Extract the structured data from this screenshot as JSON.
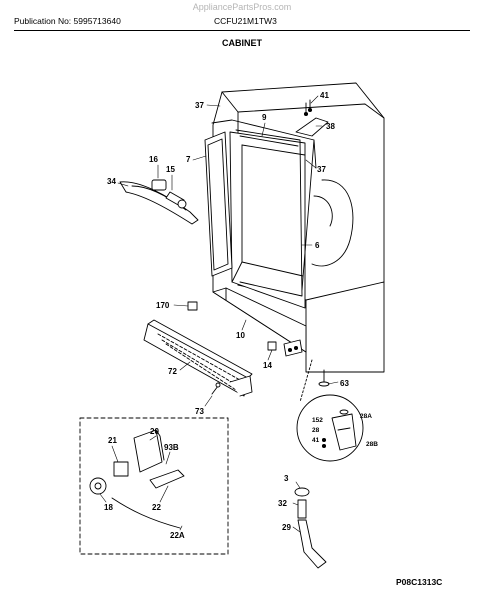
{
  "header": {
    "watermark": "AppliancePartsPros.com",
    "publication": "Publication No: 5995713640",
    "model": "CCFU21M1TW3",
    "section_title": "CABINET"
  },
  "footer": {
    "code": "P08C1313C"
  },
  "callouts": {
    "c37a": "37",
    "c9": "9",
    "c41": "41",
    "c38": "38",
    "c7": "7",
    "c16": "16",
    "c15": "15",
    "c34": "34",
    "c37b": "37",
    "c6": "6",
    "c170": "170",
    "c10": "10",
    "c14": "14",
    "c72": "72",
    "c63": "63",
    "c73": "73",
    "c152": "152",
    "c28a": "28A",
    "c28": "28",
    "c41b": "41",
    "c28b": "28B",
    "c21": "21",
    "c20": "20",
    "c93b": "93B",
    "c22": "22",
    "c18": "18",
    "c22a": "22A",
    "c3": "3",
    "c32": "32",
    "c29": "29"
  }
}
